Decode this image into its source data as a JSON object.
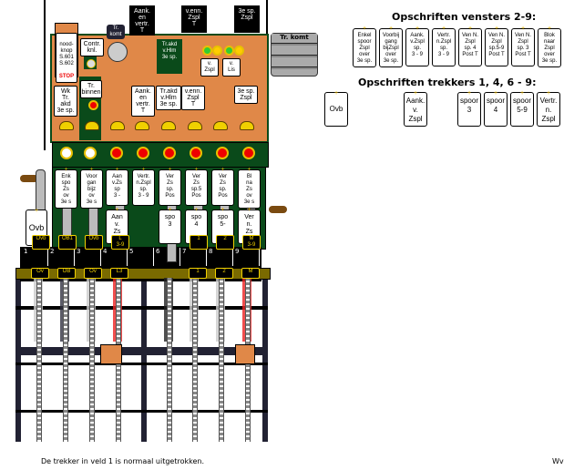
{
  "right_panel": {
    "windows_title": "Opschriften vensters 2-9:",
    "windows": [
      "Enkel\nspoor\nZspl\nover\n3e sp.",
      "Voorbij\ngang\nbijZspl\nover\n3e sp.",
      "Aank.\nv.Zspl\nsp.\n3 - 9",
      "Vertr.\nn.Zspl\nsp.\n3 - 9",
      "Ven N.\nZspl\nsp. 4\nPost T",
      "Ven N.\nZspl\nsp.5-9\nPost T",
      "Ven N.\nZspl\nsp. 3\nPost T",
      "Blok\nnaar\nZspl\nover\n3e sp."
    ],
    "levers_title": "Opschriften trekkers 1, 4, 6 - 9:",
    "levers": [
      "Ovb",
      "Aank.\nv.\nZspl",
      "spoor\n3",
      "spoor\n4",
      "spoor\n5-9",
      "Vertr.\nn.\nZspl"
    ]
  },
  "instrument": {
    "top_plates": [
      "Aank.\nen\nvertr.\nT",
      "v.enn.\nZspl\nT",
      "3e sp.\nZspl"
    ],
    "emergency": {
      "label": "nood-\nknop\nS.601\nS.602",
      "stop": "STOP"
    },
    "contr_label": "Contr.\nknl.",
    "bell_label": "Tr.\nkomt",
    "tr_akd_label": "Tr.akd\nv.Hlm\n3e sp.",
    "small_labels": [
      "v.\nZspl",
      "v.\nLis"
    ],
    "tr_komt_box": "Tr. komt",
    "row_labels": [
      "Wk\nTr.\nakd\n3e sp.",
      "Tr.\nbinnen",
      "Aank.\nen\nvertr.\nT",
      "Tr.akd\nv.Hlm\n3e sp.",
      "v.enn.\nZspl\nT",
      "3e sp.\nZspl"
    ],
    "indicators": [
      "white",
      "white",
      "red",
      "red",
      "red",
      "red",
      "red",
      "red"
    ],
    "windows": [
      "Enk\nspo\nZs\nov\n3e s",
      "Voor\ngan\nbijz\nov\n3e s",
      "Aan\nv.Zs\nsp\n3 -",
      "Vertr.\nn.Zspl\nsp.\n3 - 9",
      "Ver\nZs\nsp.\nPos",
      "Ver\nZs\nsp.5\nPos",
      "Ver\nZs\nsp.\nPos",
      "Bl\nna\nZs\nov\n3e s"
    ],
    "lower_windows": [
      "Ovb",
      "Aan\nv.\nZs",
      "",
      "",
      "spo\n3",
      "spo\n4",
      "spo\n5-",
      "Ver\nn.\nZs"
    ],
    "lever_tags": [
      "Ovb",
      "OB1",
      "Ovb",
      "L\n3-9",
      "",
      "1",
      "2",
      "M\n3-9"
    ],
    "fields": [
      "1",
      "2",
      "3",
      "4",
      "5",
      "6",
      "7",
      "8",
      "9"
    ],
    "rail_tags": [
      "Ov",
      "OB",
      "Ov",
      "L3",
      "",
      "",
      "1",
      "2",
      "M"
    ],
    "chain_colors": [
      "#ccc",
      "#334",
      "#ccc",
      "#e22",
      "",
      "#222",
      "#ccc",
      "#ccc",
      "#e22"
    ]
  },
  "status": "De trekker in veld 1 is normaal uitgetrokken.",
  "corner": "Wv"
}
